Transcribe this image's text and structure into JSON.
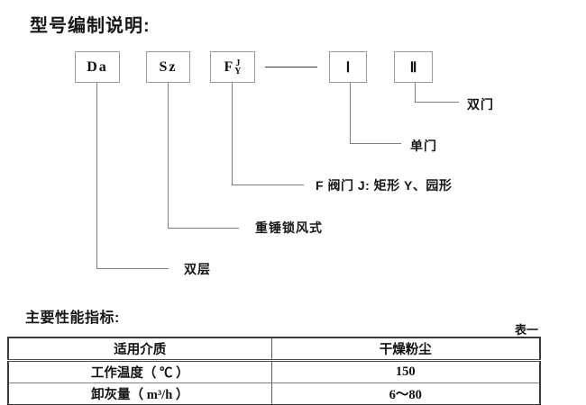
{
  "title": "型号编制说明:",
  "diagram": {
    "boxes": [
      {
        "id": "da",
        "label": "Da"
      },
      {
        "id": "sz",
        "label": "Sz"
      },
      {
        "id": "f",
        "label": "F",
        "sup": "J",
        "sub": "Y"
      },
      {
        "id": "one",
        "label": "Ⅰ"
      },
      {
        "id": "two",
        "label": "Ⅱ"
      }
    ],
    "callouts": [
      {
        "for": "two",
        "label": "双门"
      },
      {
        "for": "one",
        "label": "单门"
      },
      {
        "for": "f",
        "label": "F 阀门 J: 矩形  Y、园形"
      },
      {
        "for": "sz",
        "label": "重锤锁风式"
      },
      {
        "for": "da",
        "label": "双层"
      }
    ]
  },
  "performance": {
    "heading": "主要性能指标:",
    "table_tag": "表一",
    "rows": [
      {
        "label": "适用介质",
        "value": "干燥粉尘"
      },
      {
        "label": "工作温度（ ℃ ）",
        "value": "150"
      },
      {
        "label": "卸灰量（ m³/h ）",
        "value": "6～80"
      }
    ]
  }
}
